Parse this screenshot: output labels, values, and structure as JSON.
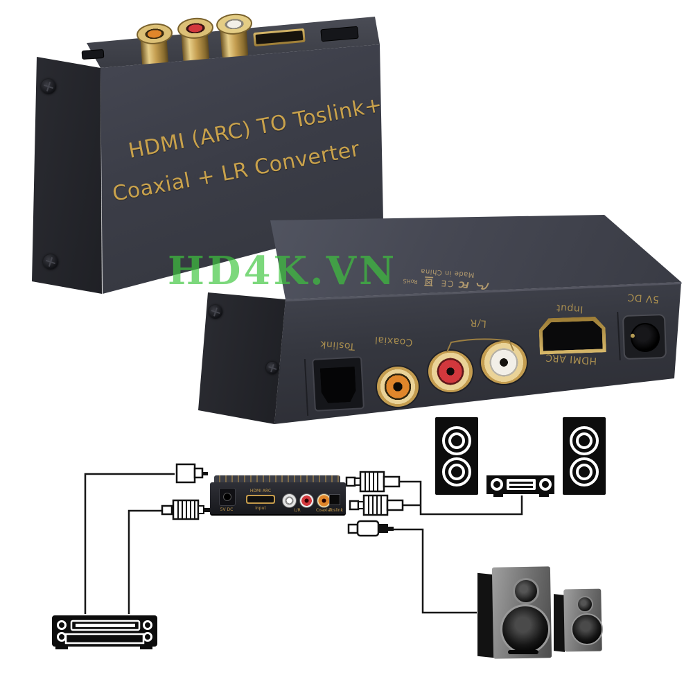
{
  "watermark": "HD4K.VN",
  "device_top": {
    "title_line1": "HDMI (ARC) TO Toslink+",
    "title_line2": "Coaxial + LR Converter"
  },
  "device_rear": {
    "port_labels": {
      "toslink": "Toslink",
      "coaxial": "Coaxial",
      "lr": "L/R",
      "input": "Input",
      "hdmi_arc": "HDMI ARC",
      "power": "5V DC"
    },
    "top_marks": {
      "made_in": "Made in China",
      "fcc": "FC",
      "ce": "CE",
      "rohs": "RoHS"
    }
  },
  "diagram": {
    "converter_labels": {
      "power": "5V DC",
      "hdmi_arc": "HDMI ARC",
      "input": "Input",
      "lr": "L/R",
      "coaxial": "Coaxial",
      "toslink": "Toslink"
    }
  },
  "icons": {
    "weee": "weee-bin-icon",
    "cert_logo": "cert-logo-icon"
  },
  "colors": {
    "gold_text": "#c9a24c",
    "watermark_green": "#3ec63e",
    "body_dark": "#3b3d47",
    "rca_orange": "#e0862b",
    "rca_red": "#d2383d",
    "rca_white": "#f2efe8"
  }
}
